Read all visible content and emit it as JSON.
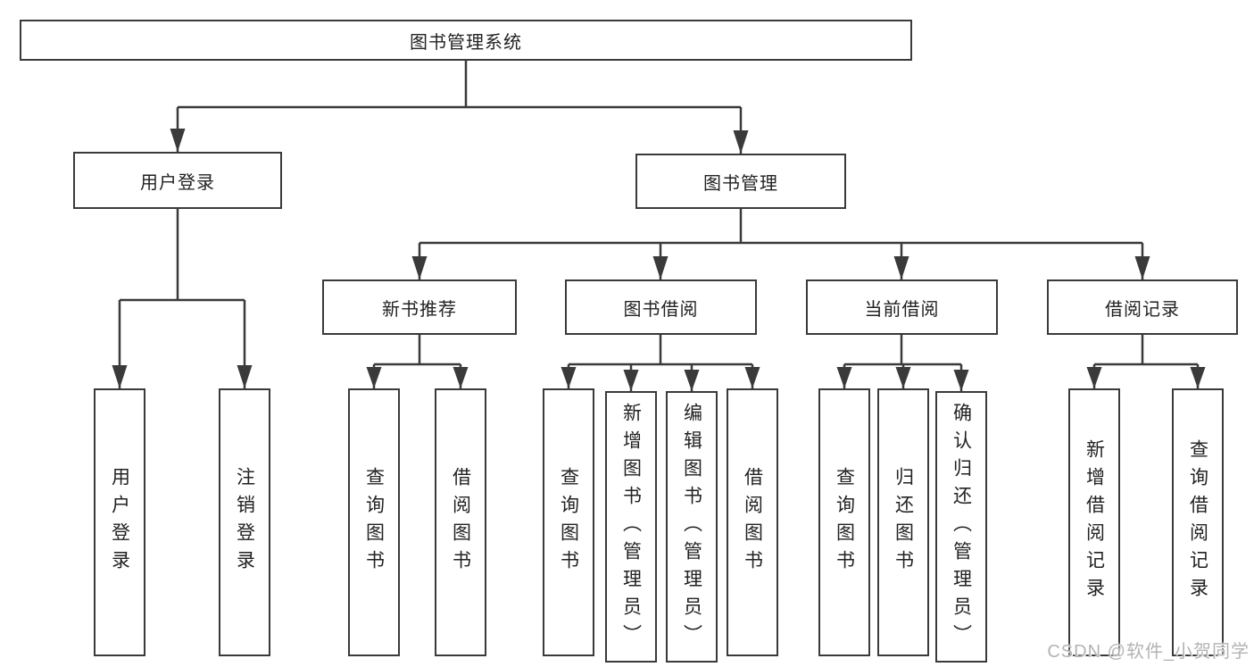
{
  "diagram": {
    "root": "图书管理系统",
    "level2": [
      {
        "label": "用户登录",
        "children": [
          "用户登录",
          "注销登录"
        ]
      },
      {
        "label": "图书管理"
      }
    ],
    "level3": [
      {
        "label": "新书推荐",
        "children": [
          "查询图书",
          "借阅图书"
        ]
      },
      {
        "label": "图书借阅",
        "children": [
          "查询图书",
          "新增图书（管理员）",
          "编辑图书（管理员）",
          "借阅图书"
        ]
      },
      {
        "label": "当前借阅",
        "children": [
          "查询图书",
          "归还图书",
          "确认归还（管理员）"
        ]
      },
      {
        "label": "借阅记录",
        "children": [
          "新增借阅记录",
          "查询借阅记录"
        ]
      }
    ]
  },
  "watermark": "CSDN @软件_小贺同学",
  "colors": {
    "line": "#3a3a3a",
    "box_border": "#3a3a3a",
    "box_fill": "#ffffff",
    "text": "#222222",
    "watermark": "#b3b3b3"
  }
}
